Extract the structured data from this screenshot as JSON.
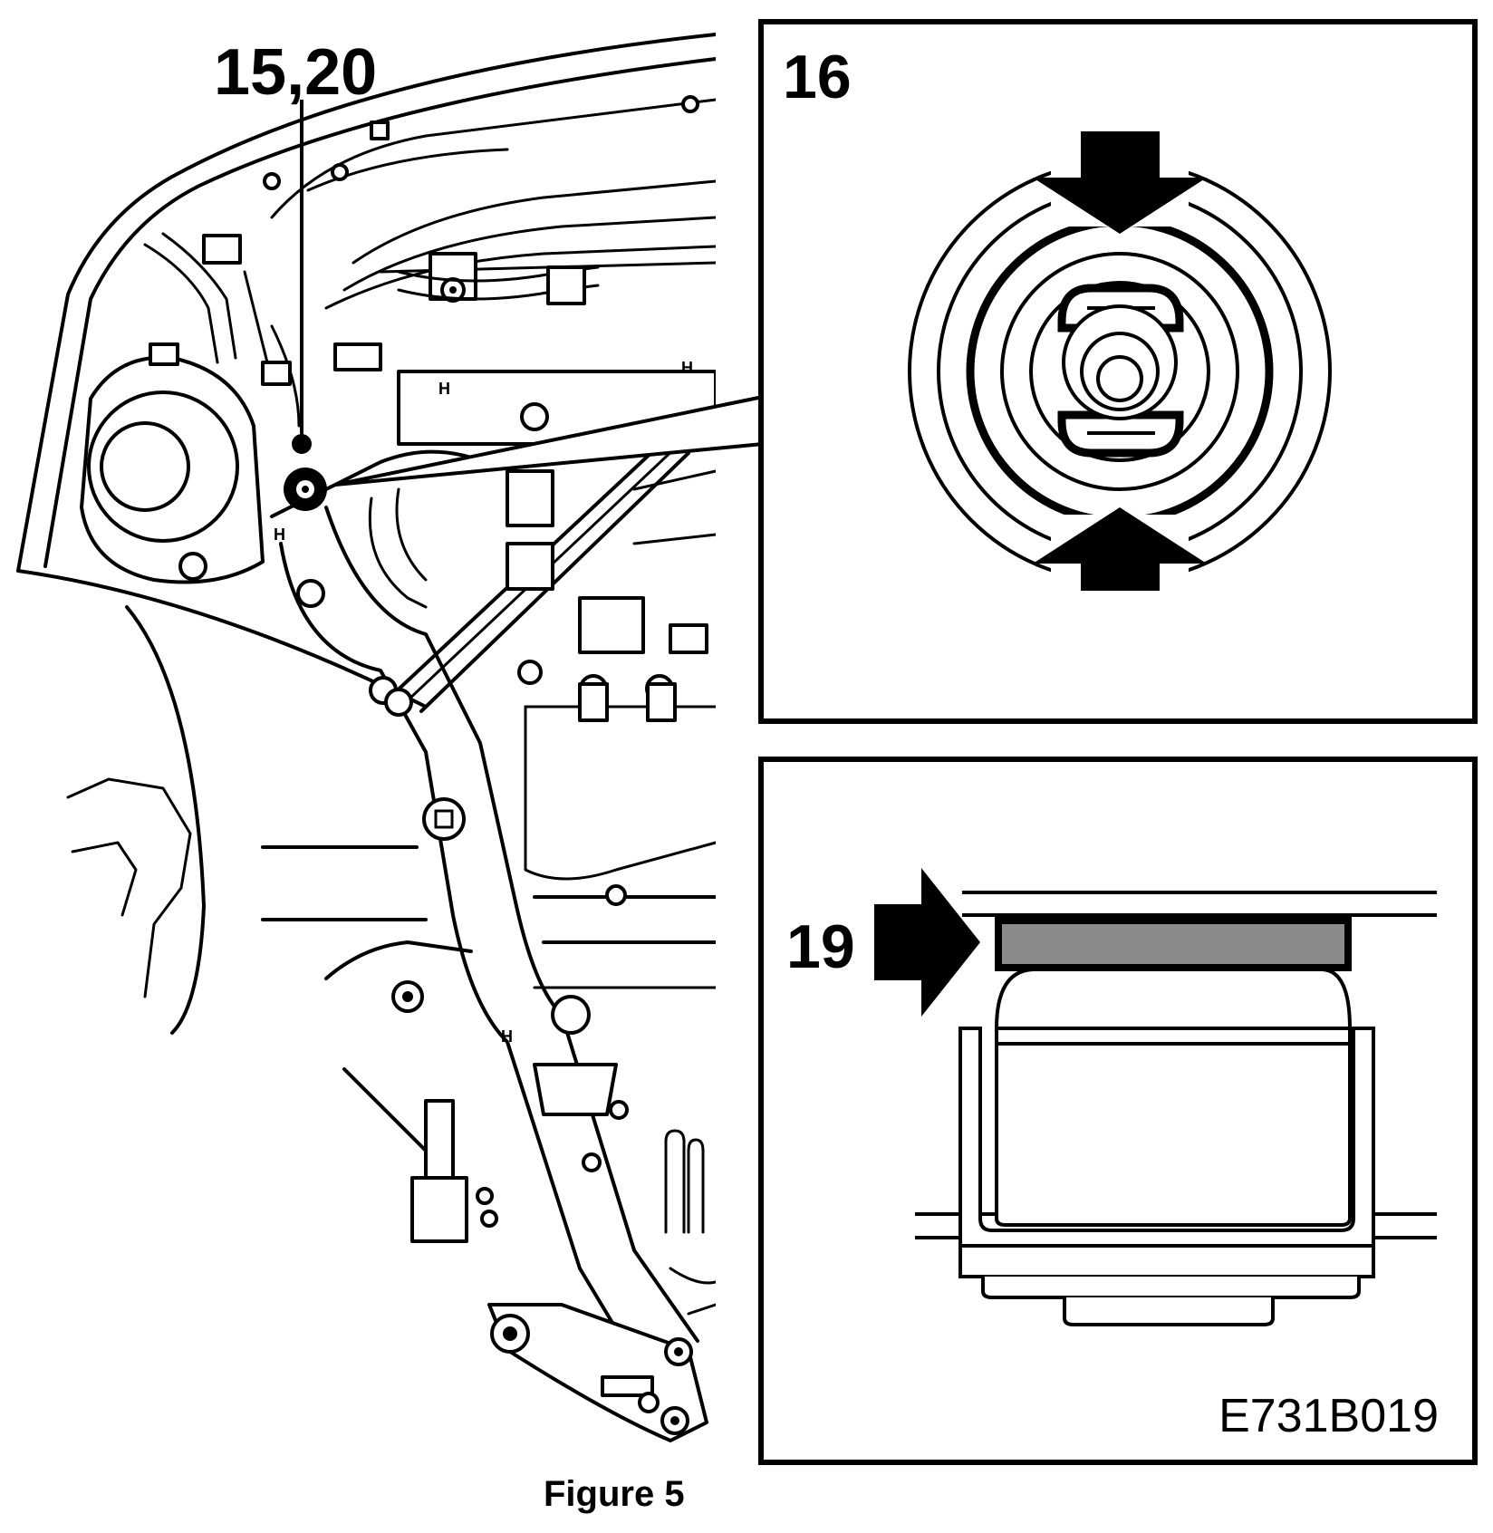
{
  "figure": {
    "caption": "Figure 5",
    "image_code": "E731B019"
  },
  "callouts": {
    "main_view": "15,20",
    "detail_top": "16",
    "detail_bottom": "19"
  },
  "colors": {
    "ink": "#000000",
    "paper": "#ffffff",
    "spacer_fill": "#8a8a8a"
  }
}
